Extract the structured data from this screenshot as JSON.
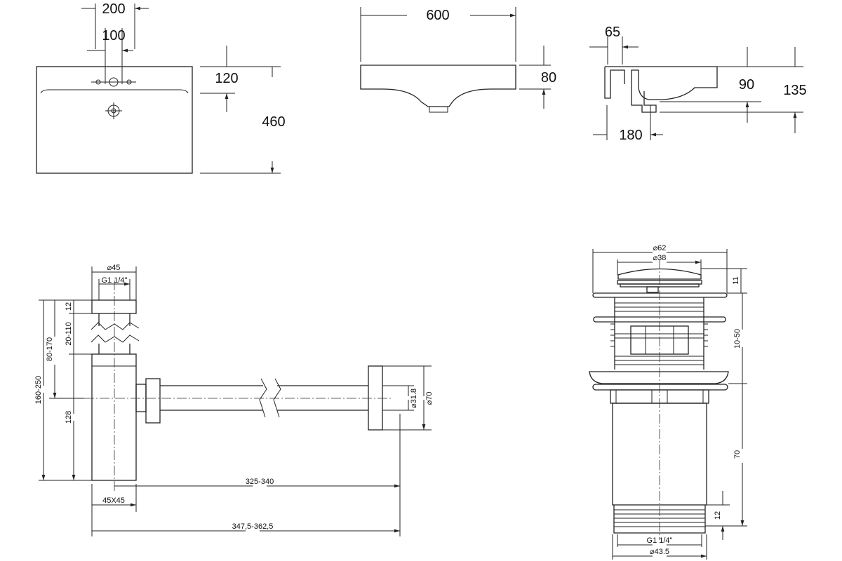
{
  "sink_front": {
    "d_200": "200",
    "d_100": "100",
    "d_120": "120",
    "d_460": "460"
  },
  "sink_side": {
    "d_600": "600",
    "d_80": "80"
  },
  "sink_section": {
    "d_65": "65",
    "d_90": "90",
    "d_135": "135",
    "d_180": "180"
  },
  "siphon": {
    "d_45": "⌀45",
    "thread": "G1 1/4\"",
    "d_12": "12",
    "d_20_110": "20-110",
    "d_80_170": "80-170",
    "d_160_250": "160-250",
    "d_128": "128",
    "d_325_340": "325-340",
    "d_45x45": "45X45",
    "d_347_362": "347,5-362,5",
    "d_31_8": "⌀31.8",
    "d_70": "⌀70"
  },
  "drain": {
    "d_62": "⌀62",
    "d_38": "⌀38",
    "d_11": "11",
    "d_10_50": "10-50",
    "d_70": "70",
    "d_12": "12",
    "thread": "G1 1/4\"",
    "d_43_5": "⌀43.5"
  }
}
